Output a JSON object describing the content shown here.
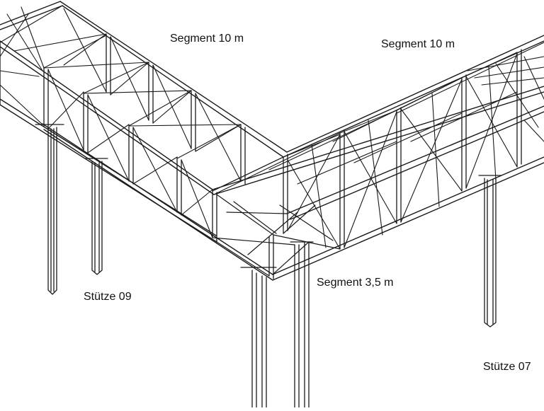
{
  "labels": {
    "segment_left": "Segment 10 m",
    "segment_right": "Segment 10 m",
    "segment_corner": "Segment 3,5 m",
    "column_left": "Stütze 09",
    "column_right": "Stütze 07"
  },
  "colors": {
    "line": "#1a1a1a",
    "background": "#ffffff",
    "text": "#111111"
  }
}
